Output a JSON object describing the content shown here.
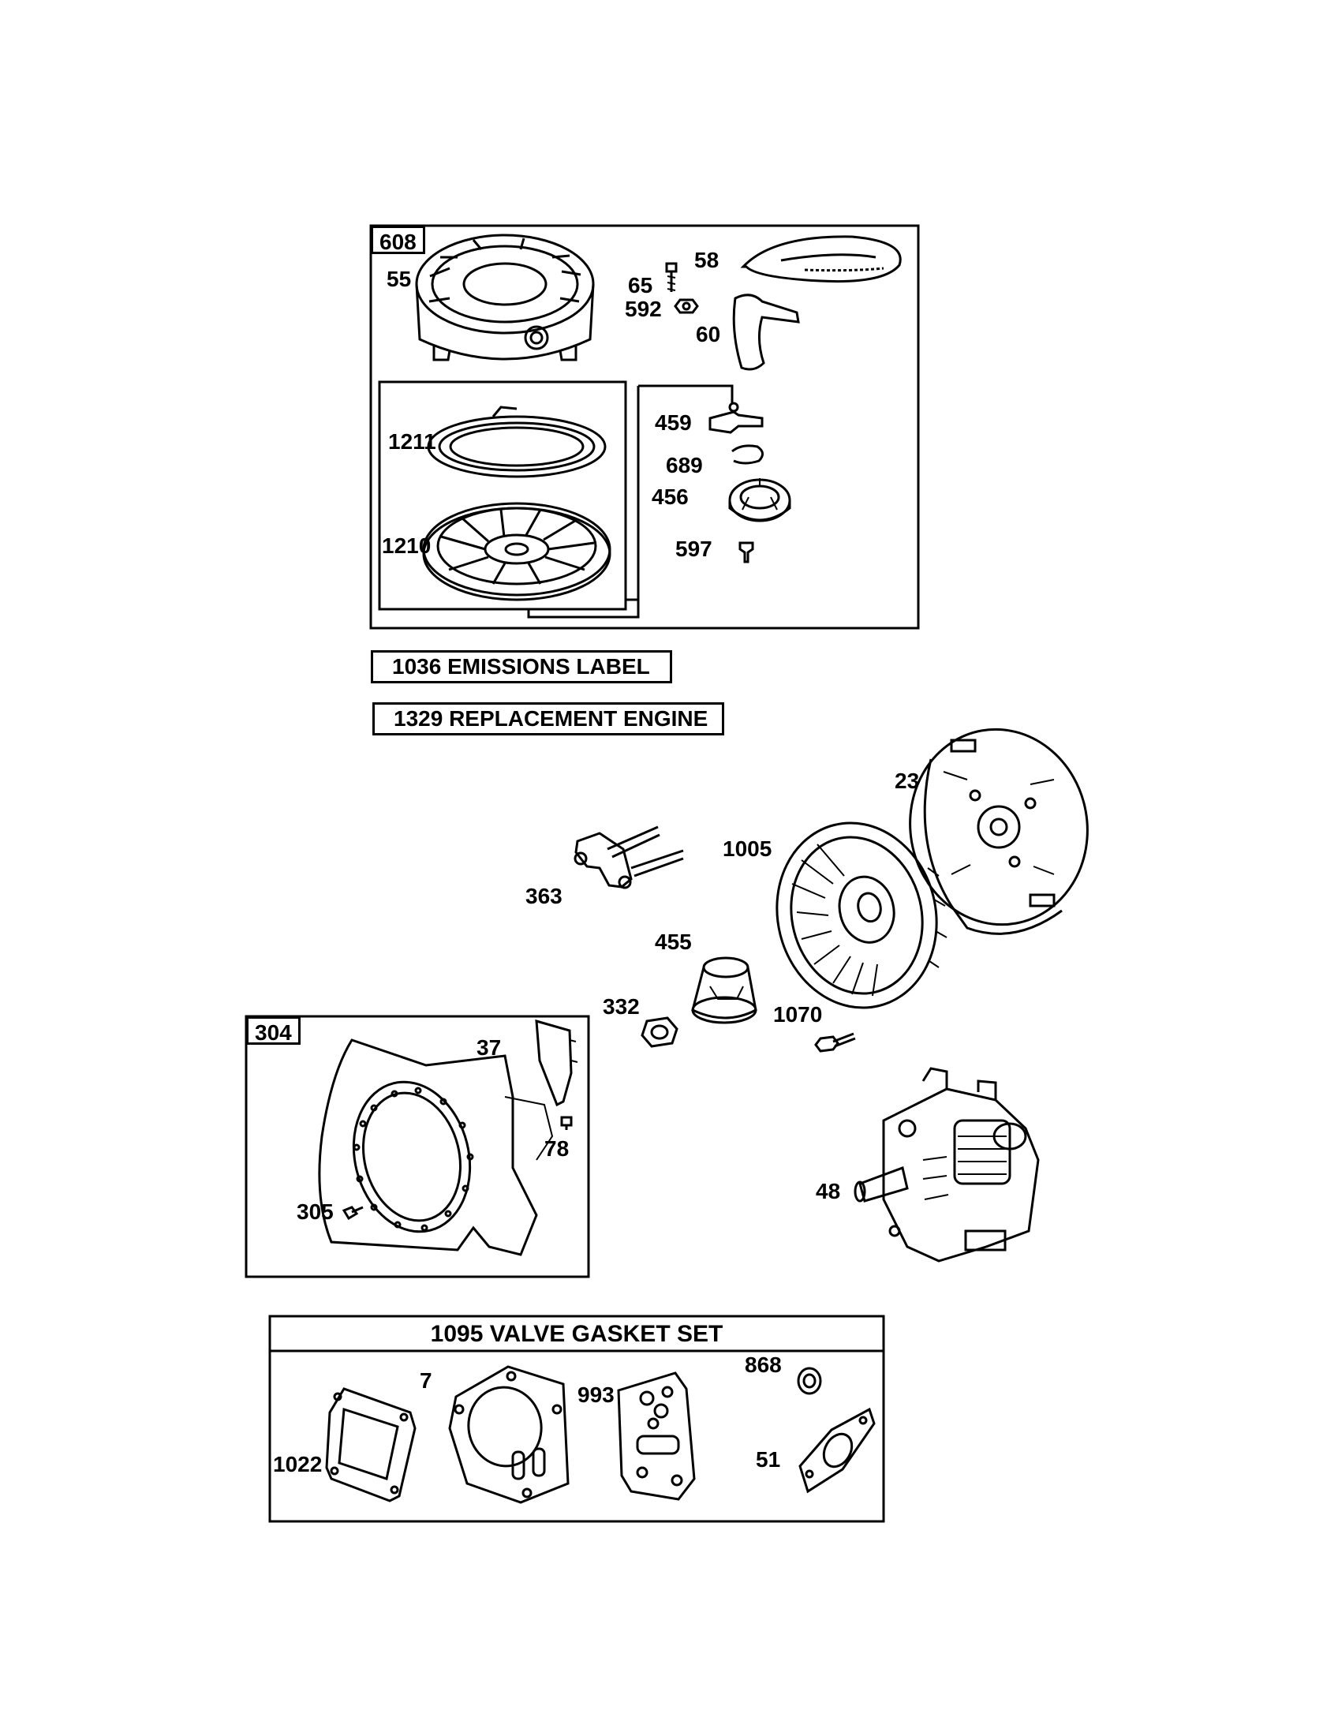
{
  "callouts": {
    "c608": "608",
    "c55": "55",
    "c58": "58",
    "c65": "65",
    "c592": "592",
    "c60": "60",
    "c1211": "1211",
    "c1210": "1210",
    "c459": "459",
    "c689": "689",
    "c456": "456",
    "c597": "597",
    "c23": "23",
    "c1005": "1005",
    "c363": "363",
    "c455": "455",
    "c332": "332",
    "c1070": "1070",
    "c304": "304",
    "c37": "37",
    "c78": "78",
    "c305": "305",
    "c48": "48",
    "c7": "7",
    "c993": "993",
    "c868": "868",
    "c1022": "1022",
    "c51": "51"
  },
  "labels": {
    "emissions_label": "1036 EMISSIONS LABEL",
    "replacement_engine": "1329 REPLACEMENT ENGINE",
    "valve_gasket_set": "1095 VALVE GASKET SET"
  }
}
